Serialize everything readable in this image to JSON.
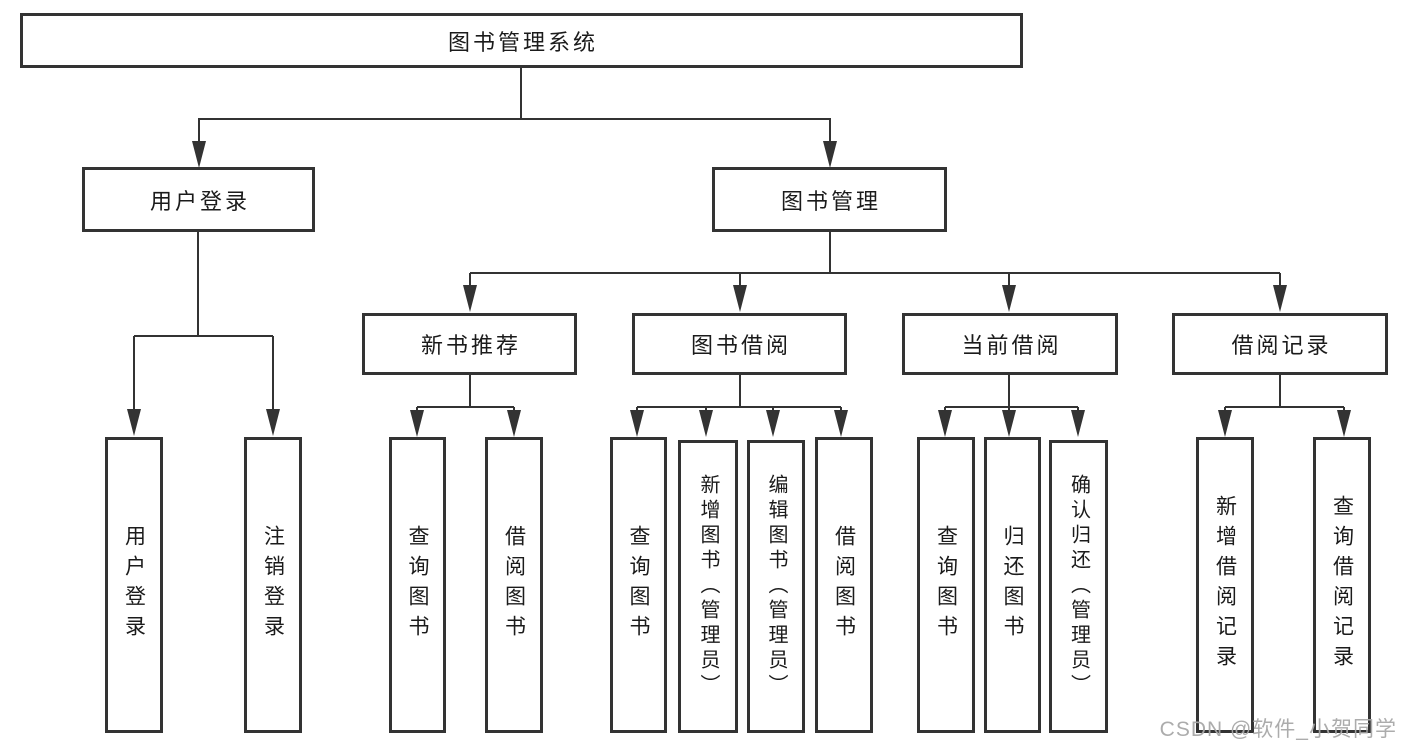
{
  "diagram": {
    "root": {
      "label": "图书管理系统"
    },
    "branches": [
      {
        "label": "用户登录",
        "children": [
          {
            "label": "用户登录"
          },
          {
            "label": "注销登录"
          }
        ]
      },
      {
        "label": "图书管理",
        "children": [
          {
            "label": "新书推荐",
            "children": [
              {
                "label": "查询图书"
              },
              {
                "label": "借阅图书"
              }
            ]
          },
          {
            "label": "图书借阅",
            "children": [
              {
                "label": "查询图书"
              },
              {
                "label": "新增图书（管理员）"
              },
              {
                "label": "编辑图书（管理员）"
              },
              {
                "label": "借阅图书"
              }
            ]
          },
          {
            "label": "当前借阅",
            "children": [
              {
                "label": "查询图书"
              },
              {
                "label": "归还图书"
              },
              {
                "label": "确认归还（管理员）"
              }
            ]
          },
          {
            "label": "借阅记录",
            "children": [
              {
                "label": "新增借阅记录"
              },
              {
                "label": "查询借阅记录"
              }
            ]
          }
        ]
      }
    ]
  },
  "watermark": {
    "text": "CSDN @软件_小贺同学"
  },
  "colors": {
    "line": "#333333",
    "box_border": "#333333",
    "box_fill": "#ffffff",
    "text": "#1b1b1b",
    "watermark": "#a8a8a8",
    "background": "#ffffff"
  }
}
